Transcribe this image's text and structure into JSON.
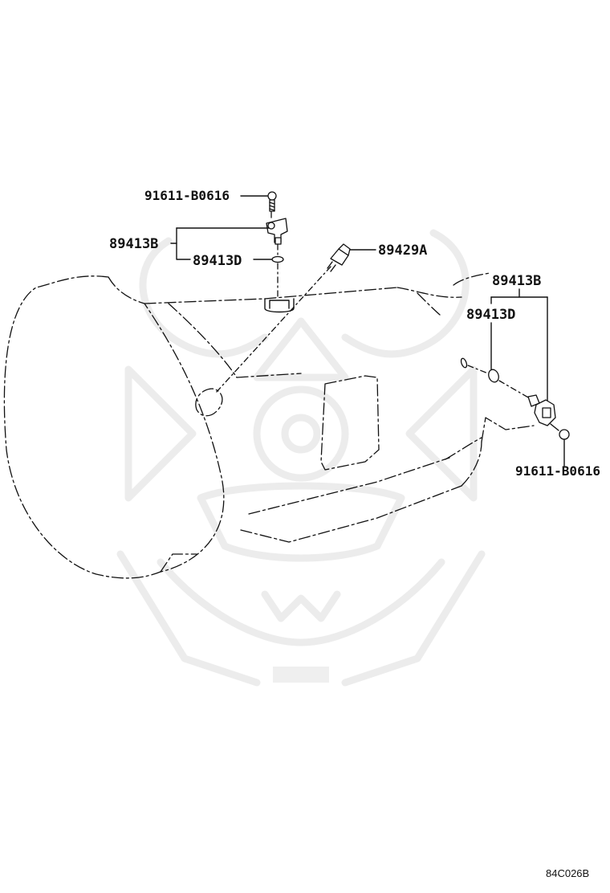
{
  "diagram": {
    "labels": {
      "bolt_top": "91611-B0616",
      "sensor_top": "89413B",
      "oring_top": "89413D",
      "switch": "89429A",
      "sensor_right": "89413B",
      "oring_right": "89413D",
      "bolt_right": "91611-B0616"
    },
    "figure_code": "84C026B"
  }
}
